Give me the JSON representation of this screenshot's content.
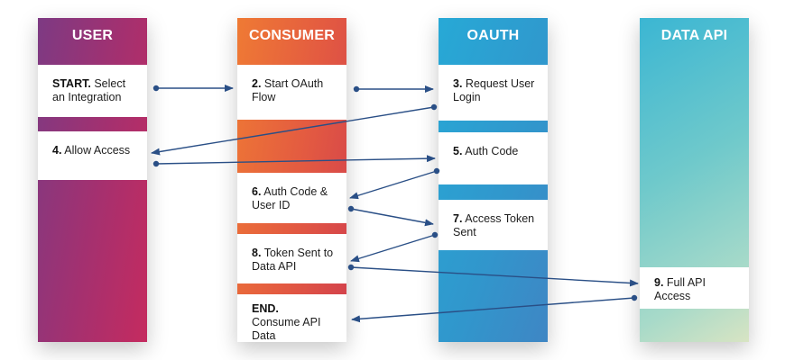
{
  "columns": {
    "user": {
      "title": "USER",
      "steps": [
        {
          "num": "START.",
          "text": "Select an Integration"
        },
        {
          "num": "4.",
          "text": "Allow Access"
        }
      ]
    },
    "consumer": {
      "title": "CONSUMER",
      "steps": [
        {
          "num": "2.",
          "text": "Start OAuth Flow"
        },
        {
          "num": "6.",
          "text": "Auth Code & User ID"
        },
        {
          "num": "8.",
          "text": "Token Sent to Data API"
        },
        {
          "num": "END.",
          "text": "Consume API Data"
        }
      ]
    },
    "oauth": {
      "title": "OAUTH",
      "steps": [
        {
          "num": "3.",
          "text": "Request User Login"
        },
        {
          "num": "5.",
          "text": "Auth Code"
        },
        {
          "num": "7.",
          "text": "Access Token Sent"
        }
      ]
    },
    "dataapi": {
      "title": "DATA API",
      "steps": [
        {
          "num": "9.",
          "text": "Full API Access"
        }
      ]
    }
  },
  "flows": [
    {
      "from": "START.",
      "to": "2."
    },
    {
      "from": "2.",
      "to": "3."
    },
    {
      "from": "3.",
      "to": "4."
    },
    {
      "from": "4.",
      "to": "5."
    },
    {
      "from": "5.",
      "to": "6."
    },
    {
      "from": "6.",
      "to": "7."
    },
    {
      "from": "7.",
      "to": "8."
    },
    {
      "from": "8.",
      "to": "9."
    },
    {
      "from": "9.",
      "to": "END."
    }
  ],
  "colors": {
    "arrow": "#2a4f86",
    "user": "#a5306f",
    "consumer": "#e35a41",
    "oauth": "#3196cc",
    "dataapi": "#6fc9cb"
  }
}
